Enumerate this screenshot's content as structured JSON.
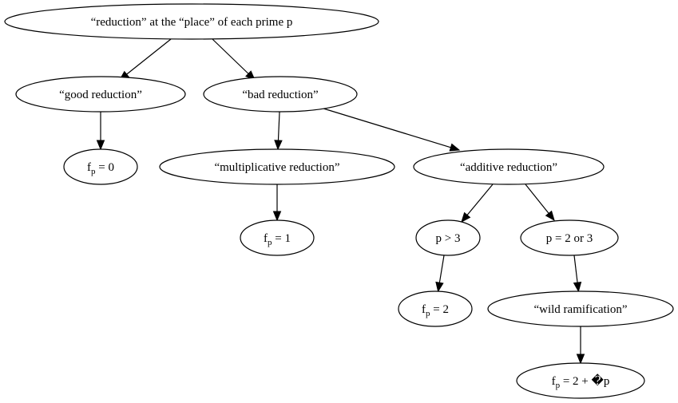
{
  "diagram": {
    "nodes": {
      "root": {
        "label": "“reduction” at the “place” of each prime  p"
      },
      "good": {
        "label": "“good reduction”"
      },
      "bad": {
        "label": "“bad reduction”"
      },
      "fp0": {
        "base": "f",
        "sub": "p",
        "rest": " = 0"
      },
      "multiplicative": {
        "label": "“multiplicative reduction”"
      },
      "additive": {
        "label": "“additive reduction”"
      },
      "fp1": {
        "base": "f",
        "sub": "p",
        "rest": " = 1"
      },
      "p_gt_3": {
        "label": "p > 3"
      },
      "p_2_or_3": {
        "label": "p = 2 or 3"
      },
      "fp2": {
        "base": "f",
        "sub": "p",
        "rest": " = 2"
      },
      "wild": {
        "label": "“wild ramification”"
      },
      "fp_wild": {
        "base": "f",
        "sub": "p",
        "rest": " = 2 + ",
        "glyph": "�",
        "tail": "p"
      }
    },
    "edges": [
      {
        "from": "root",
        "to": "good"
      },
      {
        "from": "root",
        "to": "bad"
      },
      {
        "from": "good",
        "to": "fp0"
      },
      {
        "from": "bad",
        "to": "multiplicative"
      },
      {
        "from": "bad",
        "to": "additive"
      },
      {
        "from": "multiplicative",
        "to": "fp1"
      },
      {
        "from": "additive",
        "to": "p_gt_3"
      },
      {
        "from": "additive",
        "to": "p_2_or_3"
      },
      {
        "from": "p_gt_3",
        "to": "fp2"
      },
      {
        "from": "p_2_or_3",
        "to": "wild"
      },
      {
        "from": "wild",
        "to": "fp_wild"
      }
    ]
  }
}
